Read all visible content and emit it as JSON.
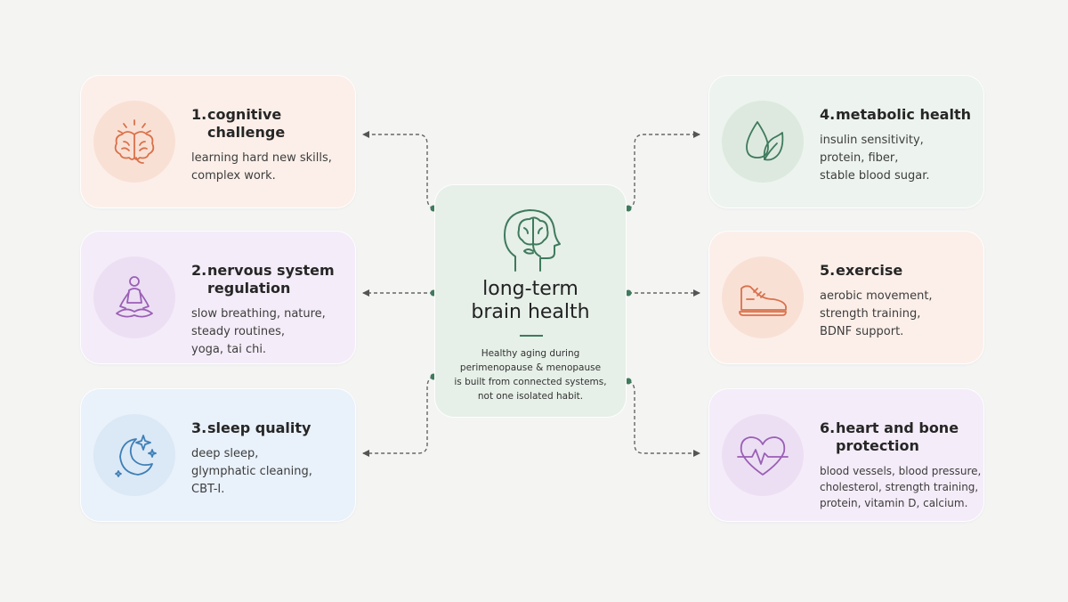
{
  "center": {
    "title_lines": [
      "long-term",
      "brain health"
    ],
    "description_lines": [
      "Healthy aging during",
      "perimenopause & menopause",
      "is built from connected systems,",
      "not one isolated habit."
    ],
    "icon": "head-brain-icon",
    "color": "#3f7a5c"
  },
  "cards": [
    {
      "number": "1.",
      "title_lines": [
        "cognitive",
        "challenge"
      ],
      "desc_lines": [
        "learning hard new skills,",
        "complex work."
      ],
      "icon": "brain-icon",
      "color": "#d9714a"
    },
    {
      "number": "2.",
      "title_lines": [
        "nervous system",
        "regulation"
      ],
      "desc_lines": [
        "slow breathing, nature,",
        "steady routines,",
        "yoga, tai chi."
      ],
      "icon": "meditation-icon",
      "color": "#9b5fb5"
    },
    {
      "number": "3.",
      "title_lines": [
        "sleep quality"
      ],
      "desc_lines": [
        "deep sleep,",
        "glymphatic cleaning,",
        "CBT-I."
      ],
      "icon": "moon-stars-icon",
      "color": "#3e7fb6"
    },
    {
      "number": "4.",
      "title_lines": [
        "metabolic health"
      ],
      "desc_lines": [
        "insulin sensitivity,",
        "protein, fiber,",
        "stable blood sugar."
      ],
      "icon": "drop-leaf-icon",
      "color": "#3f7a5c"
    },
    {
      "number": "5.",
      "title_lines": [
        "exercise"
      ],
      "desc_lines": [
        "aerobic movement,",
        "strength training,",
        "BDNF support."
      ],
      "icon": "sneaker-icon",
      "color": "#d9714a"
    },
    {
      "number": "6.",
      "title_lines": [
        "heart and bone",
        "protection"
      ],
      "desc_lines": [
        "blood vessels, blood pressure,",
        "cholesterol, strength training,",
        "protein, vitamin D, calcium."
      ],
      "icon": "heartbeat-icon",
      "color": "#9b5fb5"
    }
  ]
}
